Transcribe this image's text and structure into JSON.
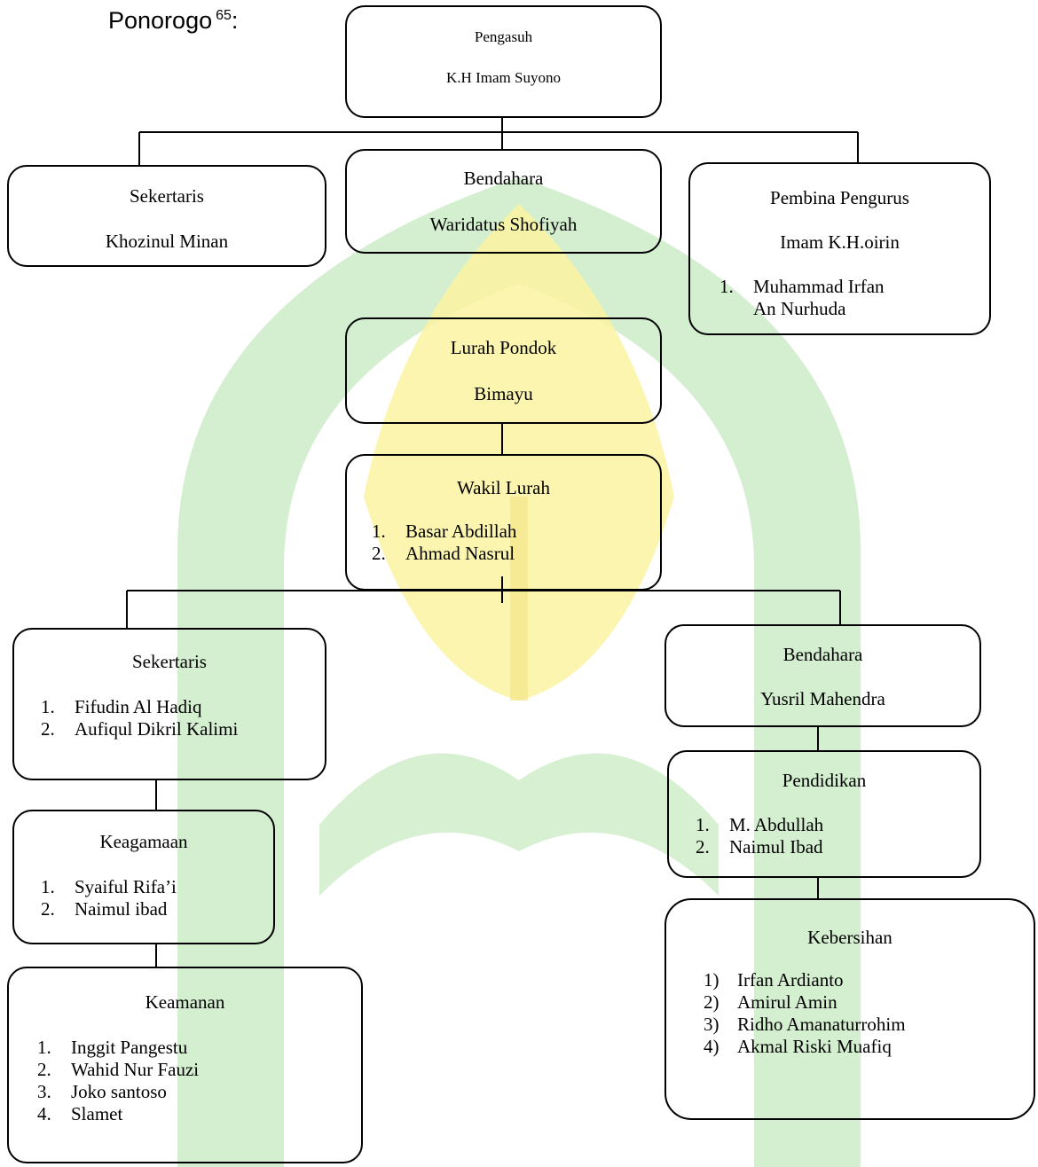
{
  "heading": {
    "text": "Ponorogo",
    "footnote": "65",
    "suffix": ":"
  },
  "pengasuh": {
    "title": "Pengasuh",
    "name": "K.H Imam Suyono"
  },
  "sekertaris_top": {
    "title": "Sekertaris",
    "name": "Khozinul Minan"
  },
  "bendahara_top": {
    "title": "Bendahara",
    "name": "Waridatus Shofiyah"
  },
  "pembina": {
    "title": "Pembina Pengurus",
    "name": "Imam K.H.oirin",
    "members": [
      {
        "num": "1.",
        "name": "Muhammad Irfan",
        "name2": "An Nurhuda"
      }
    ]
  },
  "lurah": {
    "title": "Lurah Pondok",
    "name": "Bimayu"
  },
  "wakil": {
    "title": "Wakil Lurah",
    "members": [
      {
        "num": "1.",
        "name": "Basar Abdillah"
      },
      {
        "num": "2.",
        "name": "Ahmad Nasrul"
      }
    ]
  },
  "sekertaris": {
    "title": "Sekertaris",
    "members": [
      {
        "num": "1.",
        "name": "Fifudin Al Hadiq"
      },
      {
        "num": "2.",
        "name": "Aufiqul Dikril Kalimi"
      }
    ]
  },
  "bendahara": {
    "title": "Bendahara",
    "name": "Yusril Mahendra"
  },
  "keagamaan": {
    "title": "Keagamaan",
    "members": [
      {
        "num": "1.",
        "name": "Syaiful Rifa’i"
      },
      {
        "num": "2.",
        "name": "Naimul ibad"
      }
    ]
  },
  "pendidikan": {
    "title": "Pendidikan",
    "members": [
      {
        "num": "1.",
        "name": "M. Abdullah"
      },
      {
        "num": "2.",
        "name": "Naimul Ibad"
      }
    ]
  },
  "keamanan": {
    "title": "Keamanan",
    "members": [
      {
        "num": "1.",
        "name": "Inggit Pangestu"
      },
      {
        "num": "2.",
        "name": "Wahid Nur Fauzi"
      },
      {
        "num": "3.",
        "name": "Joko santoso"
      },
      {
        "num": "4.",
        "name": "Slamet"
      }
    ]
  },
  "kebersihan": {
    "title": "Kebersihan",
    "members": [
      {
        "num": "1)",
        "name": "Irfan Ardianto"
      },
      {
        "num": "2)",
        "name": "Amirul Amin"
      },
      {
        "num": "3)",
        "name": "Ridho Amanaturrohim"
      },
      {
        "num": "4)",
        "name": "Akmal Riski Muafiq"
      }
    ]
  },
  "colors": {
    "watermark_green": "#bfe6b8",
    "watermark_yellow": "#fbf3a2",
    "line": "#000000"
  }
}
